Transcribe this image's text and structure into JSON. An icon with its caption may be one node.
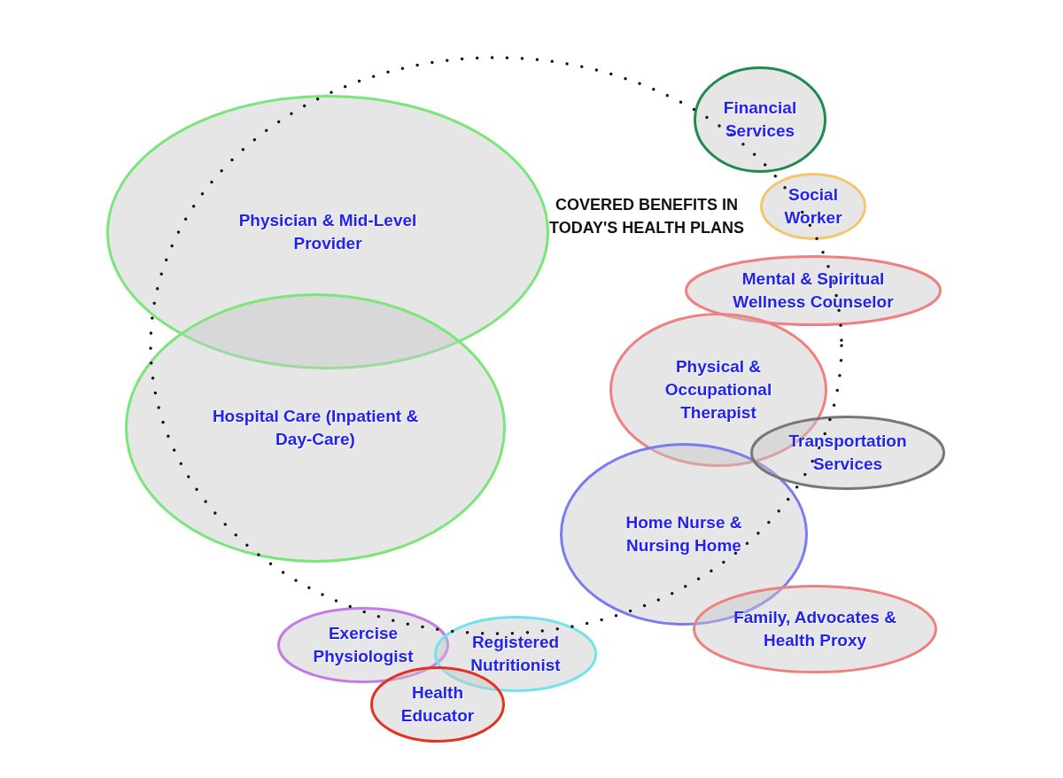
{
  "diagram": {
    "nodes": [
      {
        "text": [
          "Physician & Mid-Level Provider"
        ]
      },
      {
        "text": [
          "Hospital Care (Inpatient & Day-Care)"
        ]
      },
      {
        "text": [
          "Financial Services"
        ]
      },
      {
        "text": [
          "Social Worker"
        ]
      },
      {
        "text": [
          "Mental & Spiritual Wellness Counselor"
        ]
      },
      {
        "text": [
          "Physical & Occupational Therapist"
        ]
      },
      {
        "text": [
          "Transportation Services"
        ]
      },
      {
        "text": [
          "Home Nurse & Nursing Home"
        ]
      },
      {
        "text": [
          "Family, Advocates & Health Proxy"
        ]
      },
      {
        "text": [
          "Exercise Physiologist"
        ]
      },
      {
        "text": [
          "Registered Nutritionist"
        ]
      },
      {
        "text": [
          "Health Educator"
        ]
      }
    ],
    "labels": [
      "COVERED BENEFITS IN TODAY'S HEALTH PLANS"
    ]
  }
}
